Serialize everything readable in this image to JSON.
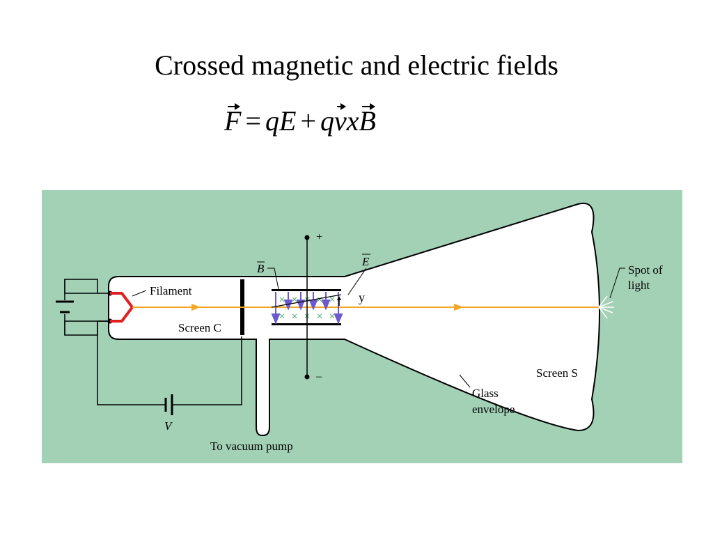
{
  "title": "Crossed magnetic and electric fields",
  "equation": {
    "F": "F",
    "equals": "=",
    "qE": "qE",
    "plus": "+",
    "q": "q",
    "v": "v",
    "x": "x",
    "B": "B"
  },
  "diagram": {
    "background_color": "#a3d1b6",
    "beam_color": "#f5a623",
    "filament_color": "#e02020",
    "field_x_color": "#2aa24a",
    "field_arrow_color": "#6a5acd",
    "labels": {
      "filament": "Filament",
      "screen_c": "Screen C",
      "b_field": "B",
      "e_field": "E",
      "y": "y",
      "plus": "+",
      "minus": "–",
      "spot_line1": "Spot of",
      "spot_line2": "light",
      "screen_s": "Screen S",
      "glass_line1": "Glass",
      "glass_line2": "envelope",
      "voltage": "V",
      "vacuum": "To vacuum pump"
    },
    "field_marks": "×"
  }
}
